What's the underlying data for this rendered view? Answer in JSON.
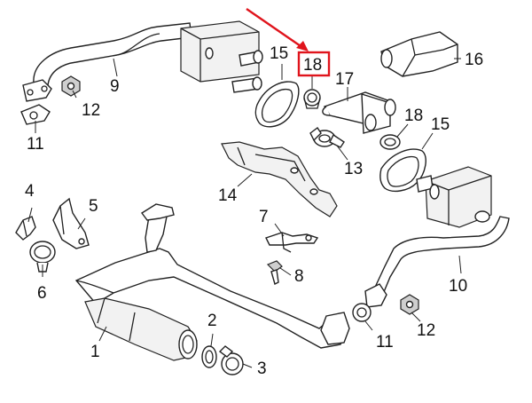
{
  "callouts": {
    "c1": "1",
    "c2": "2",
    "c3": "3",
    "c4": "4",
    "c5": "5",
    "c6": "6",
    "c7": "7",
    "c8": "8",
    "c9": "9",
    "c10": "10",
    "c11a": "11",
    "c11b": "11",
    "c12a": "12",
    "c12b": "12",
    "c13": "13",
    "c14": "14",
    "c15a": "15",
    "c15b": "15",
    "c16": "16",
    "c17": "17",
    "c18a": "18",
    "c18b": "18"
  },
  "highlight": {
    "part": "18",
    "color": "#e0141c"
  }
}
